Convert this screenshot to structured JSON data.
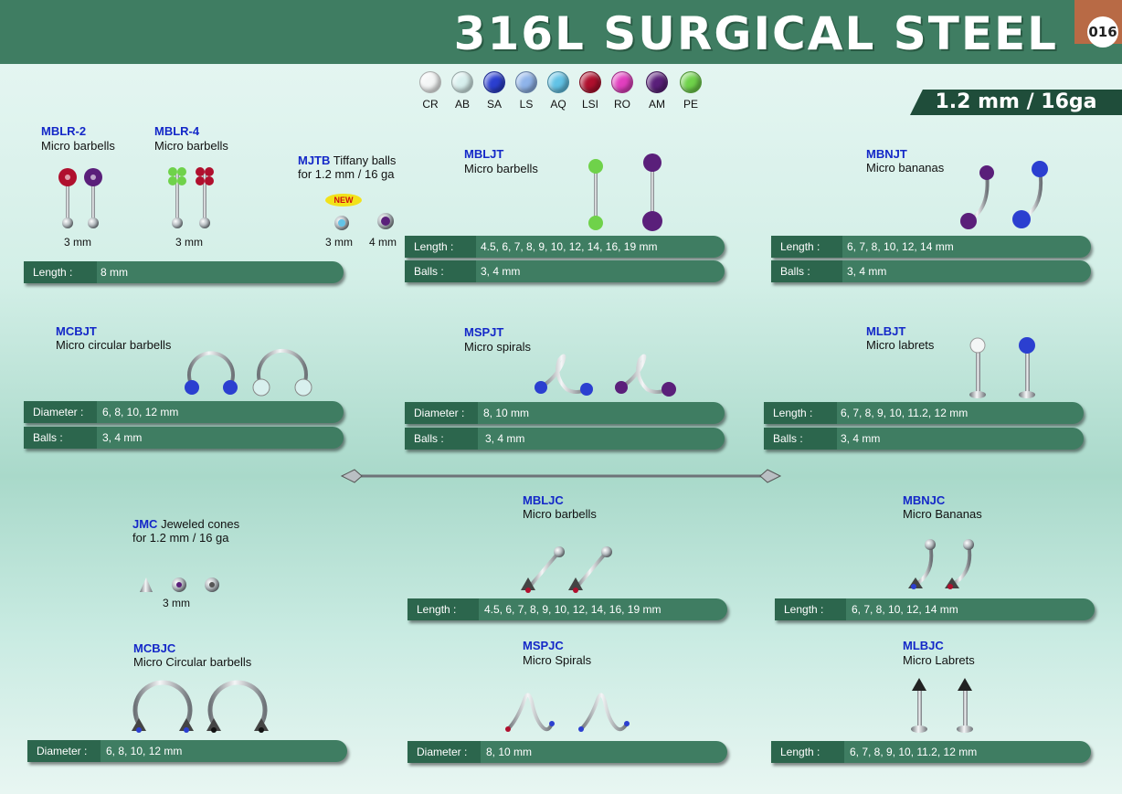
{
  "header": {
    "title": "316L SURGICAL STEEL",
    "page_number": "016"
  },
  "gauge": "1.2 mm / 16ga",
  "colors": {
    "header_green": "#3f7d62",
    "bar_green": "#3f7d62",
    "bar_label_green": "#2c664d",
    "code_blue": "#1428c8",
    "page_tab": "#b86a45"
  },
  "swatches": [
    {
      "code": "CR",
      "color": "#f4f6f6"
    },
    {
      "code": "AB",
      "color": "#d8f0ee"
    },
    {
      "code": "SA",
      "color": "#2b3fd0"
    },
    {
      "code": "LS",
      "color": "#8fb4ea"
    },
    {
      "code": "AQ",
      "color": "#62c3e6"
    },
    {
      "code": "LSI",
      "color": "#b0102e"
    },
    {
      "code": "RO",
      "color": "#e23fbf"
    },
    {
      "code": "AM",
      "color": "#5a1f7a"
    },
    {
      "code": "PE",
      "color": "#6fd24a"
    }
  ],
  "products": {
    "mblr2": {
      "code": "MBLR-2",
      "name": "Micro barbells",
      "size": "3 mm"
    },
    "mblr4": {
      "code": "MBLR-4",
      "name": "Micro barbells",
      "size": "3 mm"
    },
    "mblr_length": {
      "label": "Length :",
      "value": "8 mm"
    },
    "mjtb": {
      "code": "MJTB",
      "name": "Tiffany balls",
      "name2": "for 1.2 mm / 16 ga",
      "size1": "3 mm",
      "size2": "4 mm"
    },
    "mbljt": {
      "code": "MBLJT",
      "name": "Micro barbells",
      "length": {
        "label": "Length :",
        "value": "4.5, 6, 7, 8, 9, 10, 12, 14, 16, 19 mm"
      },
      "balls": {
        "label": "Balls :",
        "value": "3, 4 mm"
      }
    },
    "mbnjt": {
      "code": "MBNJT",
      "name": "Micro bananas",
      "length": {
        "label": "Length :",
        "value": "6, 7, 8, 10, 12, 14 mm"
      },
      "balls": {
        "label": "Balls :",
        "value": "3, 4 mm"
      }
    },
    "mcbjt": {
      "code": "MCBJT",
      "name": "Micro circular barbells",
      "diameter": {
        "label": "Diameter :",
        "value": "6, 8, 10, 12 mm"
      },
      "balls": {
        "label": "Balls :",
        "value": "3, 4 mm"
      }
    },
    "mspjt": {
      "code": "MSPJT",
      "name": "Micro spirals",
      "diameter": {
        "label": "Diameter :",
        "value": "8, 10 mm"
      },
      "balls": {
        "label": "Balls :",
        "value": "3, 4 mm"
      }
    },
    "mlbjt": {
      "code": "MLBJT",
      "name": "Micro labrets",
      "length": {
        "label": "Length :",
        "value": "6, 7, 8, 9, 10, 11.2, 12 mm"
      },
      "balls": {
        "label": "Balls :",
        "value": "3, 4 mm"
      }
    },
    "jmc": {
      "code": "JMC",
      "name": "Jeweled cones",
      "name2": "for 1.2 mm / 16 ga",
      "size": "3 mm"
    },
    "mbljc": {
      "code": "MBLJC",
      "name": "Micro barbells",
      "length": {
        "label": "Length :",
        "value": "4.5, 6, 7, 8, 9, 10, 12, 14, 16, 19 mm"
      }
    },
    "mbnjc": {
      "code": "MBNJC",
      "name": "Micro Bananas",
      "length": {
        "label": "Length :",
        "value": "6, 7, 8, 10, 12, 14 mm"
      }
    },
    "mcbjc": {
      "code": "MCBJC",
      "name": "Micro Circular barbells",
      "diameter": {
        "label": "Diameter :",
        "value": "6, 8, 10, 12 mm"
      }
    },
    "mspjc": {
      "code": "MSPJC",
      "name": "Micro Spirals",
      "diameter": {
        "label": "Diameter :",
        "value": "8, 10 mm"
      }
    },
    "mlbjc": {
      "code": "MLBJC",
      "name": "Micro Labrets",
      "length": {
        "label": "Length :",
        "value": "6, 7, 8, 9, 10, 11.2, 12 mm"
      }
    }
  }
}
